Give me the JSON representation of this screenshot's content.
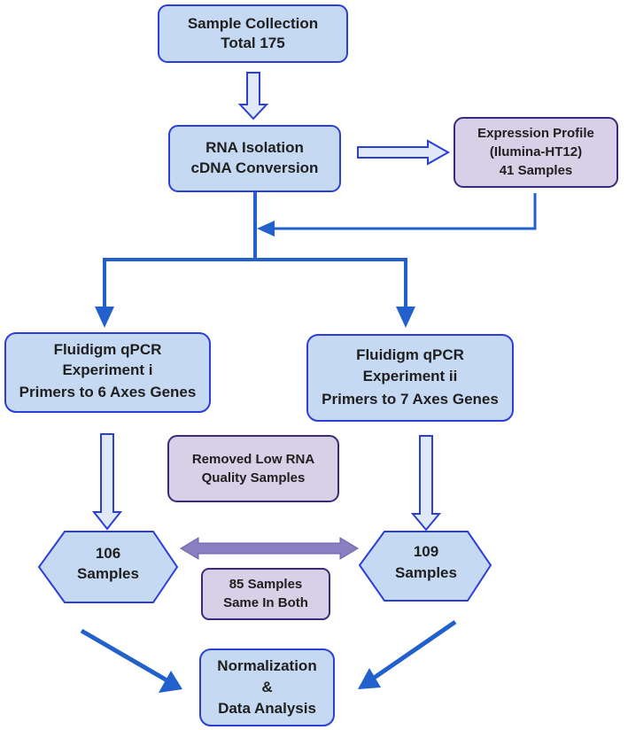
{
  "nodes": {
    "sample_collection": [
      "Sample Collection",
      "Total 175"
    ],
    "rna_isolation": [
      "RNA Isolation",
      "cDNA Conversion"
    ],
    "expression_profile": [
      "Expression Profile",
      "(Ilumina-HT12)",
      "41 Samples"
    ],
    "exp_i": [
      "Fluidigm qPCR",
      "Experiment i",
      "Primers to 6 Axes Genes"
    ],
    "exp_ii": [
      "Fluidigm qPCR",
      "Experiment ii",
      "Primers to 7 Axes Genes"
    ],
    "removed": [
      "Removed Low RNA",
      "Quality Samples"
    ],
    "samples_106": [
      "106",
      "Samples"
    ],
    "samples_109": [
      "109",
      "Samples"
    ],
    "same_in_both": [
      "85 Samples",
      "Same In Both"
    ],
    "analysis": [
      "Normalization",
      "&",
      "Data Analysis"
    ]
  },
  "colors": {
    "box_fill": "#c6d9f2",
    "box_stroke": "#2b3fd6",
    "purple_fill": "#d8d0e6",
    "purple_stroke": "#3a2a7a",
    "arrow_blue": "#2260cc",
    "arrow_purple": "#8a7fc0",
    "text": "#1f1f1f"
  }
}
